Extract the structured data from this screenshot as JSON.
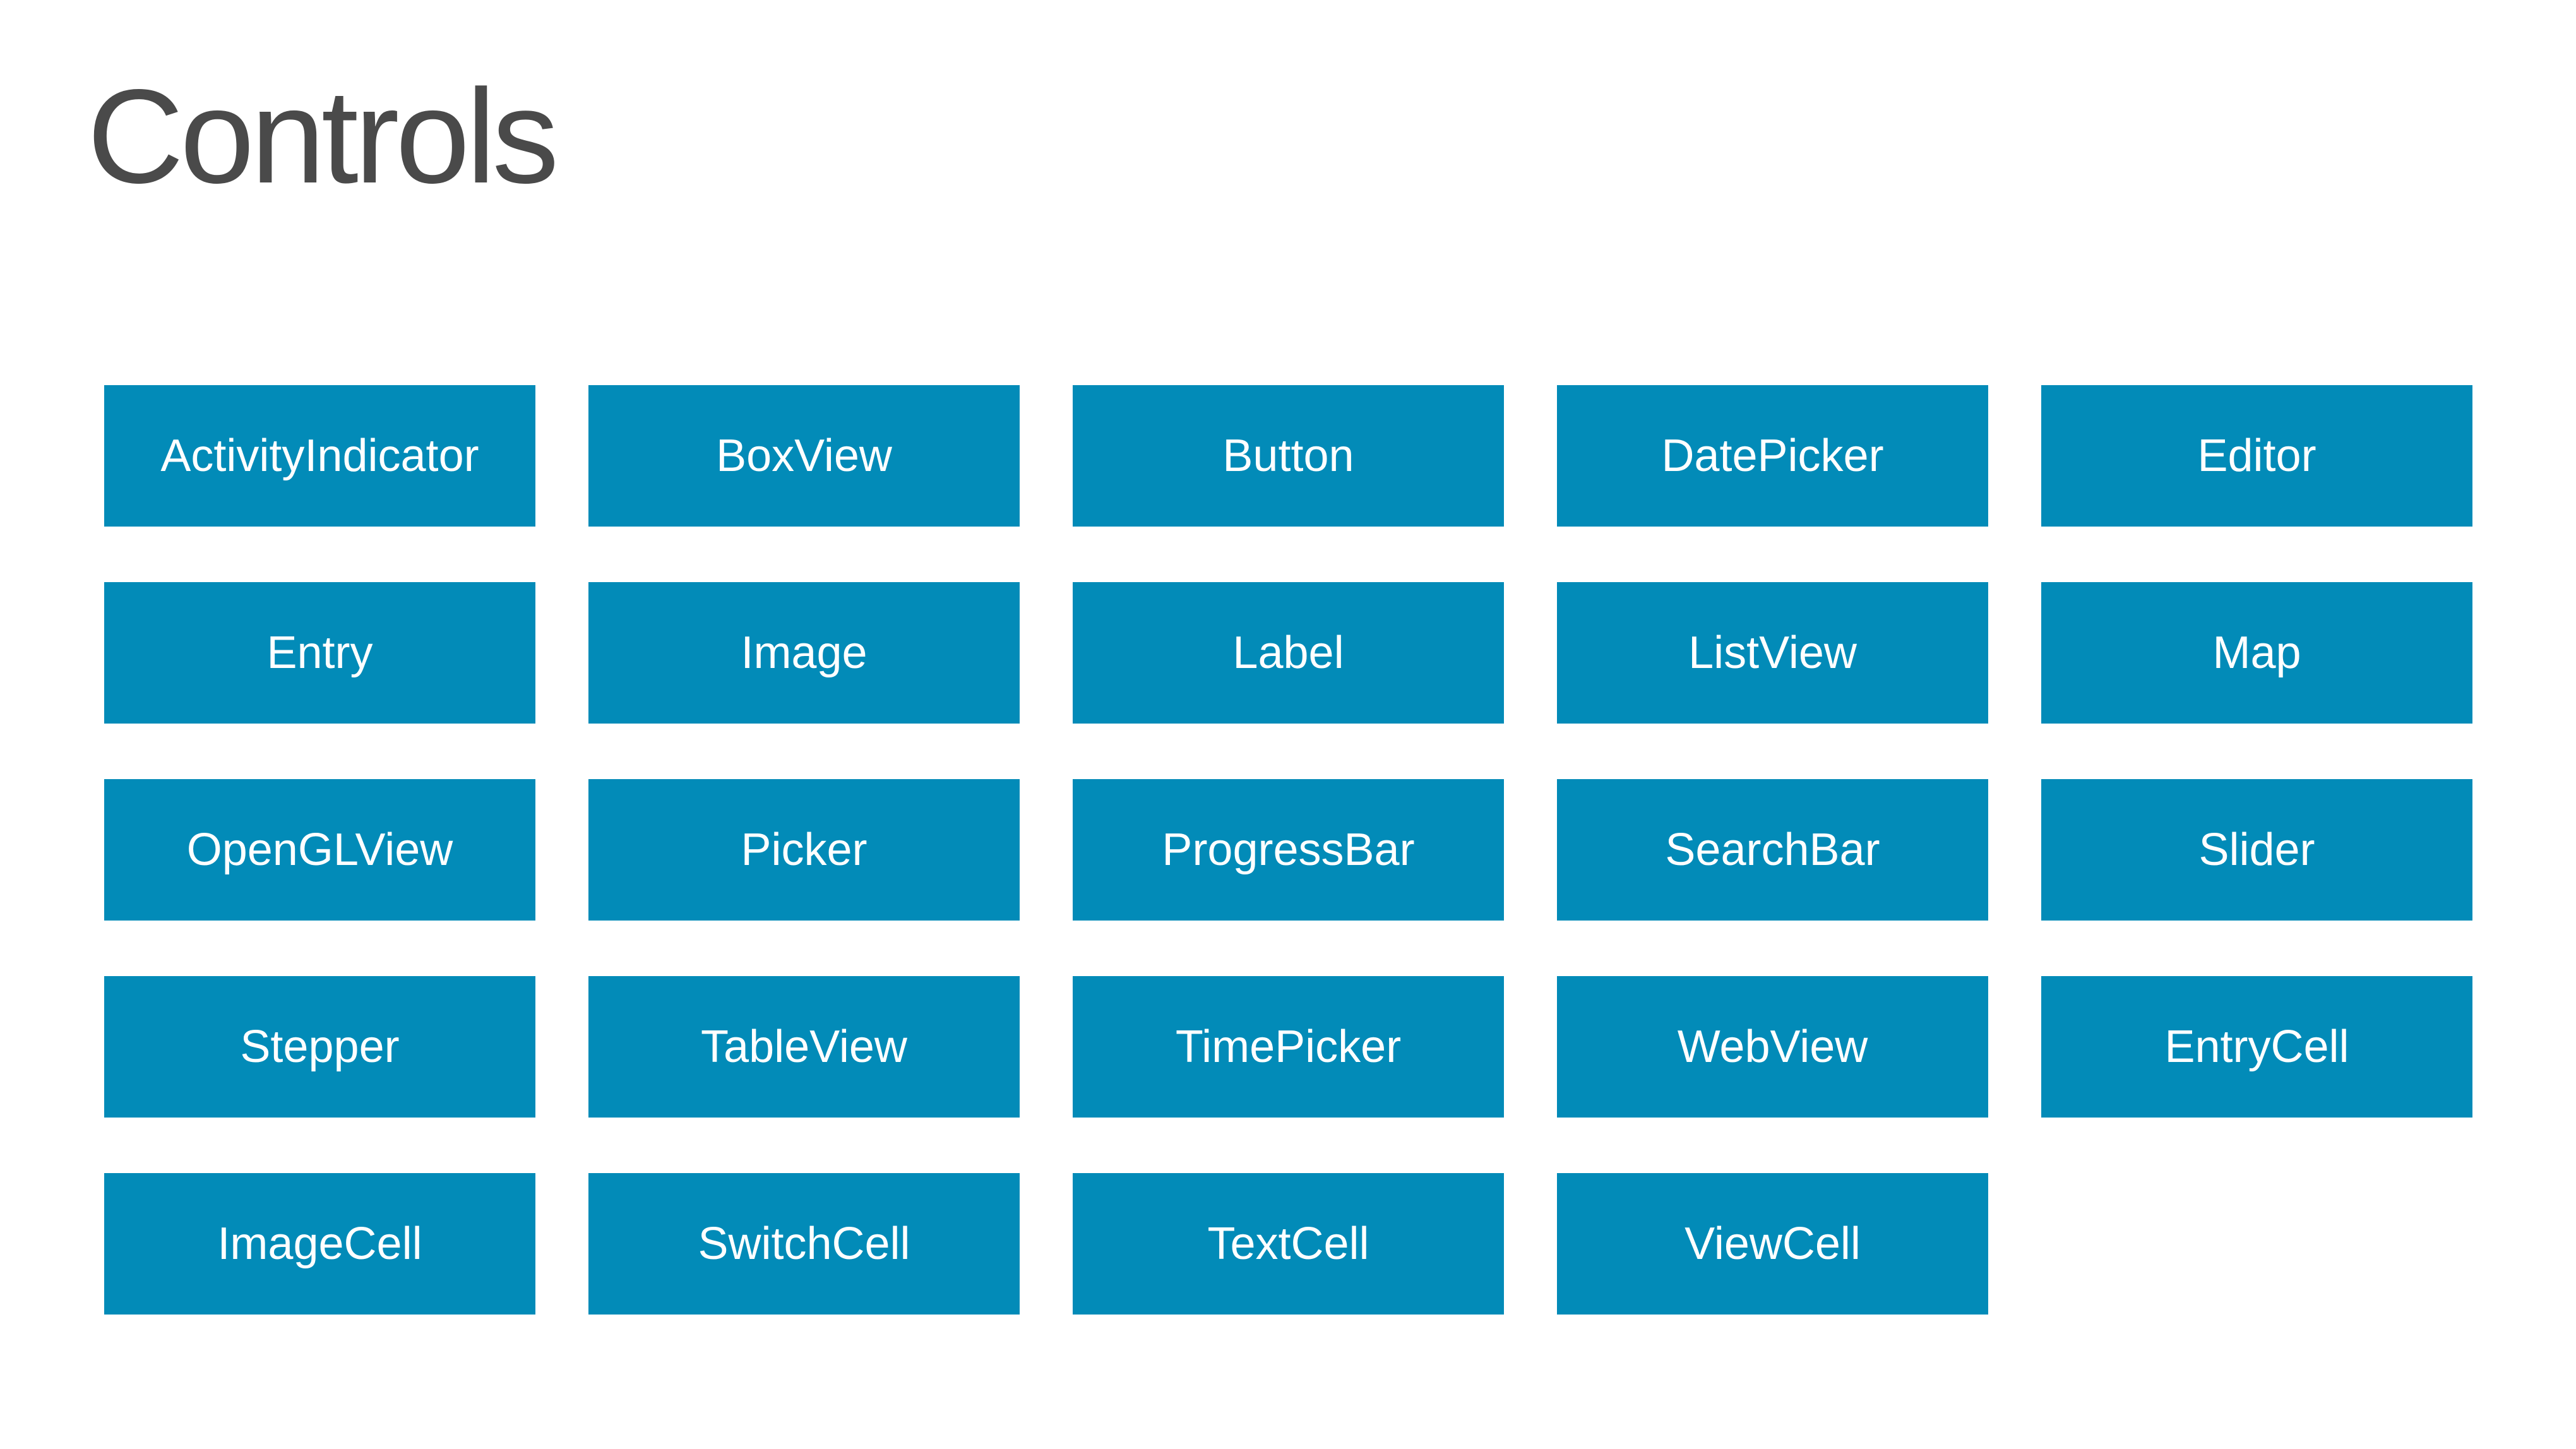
{
  "page": {
    "title": "Controls"
  },
  "theme": {
    "tile_color": "#028bb8",
    "tile_text_color": "#ffffff",
    "title_color": "#4a4a4a",
    "background": "#ffffff"
  },
  "controls": [
    "ActivityIndicator",
    "BoxView",
    "Button",
    "DatePicker",
    "Editor",
    "Entry",
    "Image",
    "Label",
    "ListView",
    "Map",
    "OpenGLView",
    "Picker",
    "ProgressBar",
    "SearchBar",
    "Slider",
    "Stepper",
    "TableView",
    "TimePicker",
    "WebView",
    "EntryCell",
    "ImageCell",
    "SwitchCell",
    "TextCell",
    "ViewCell"
  ]
}
